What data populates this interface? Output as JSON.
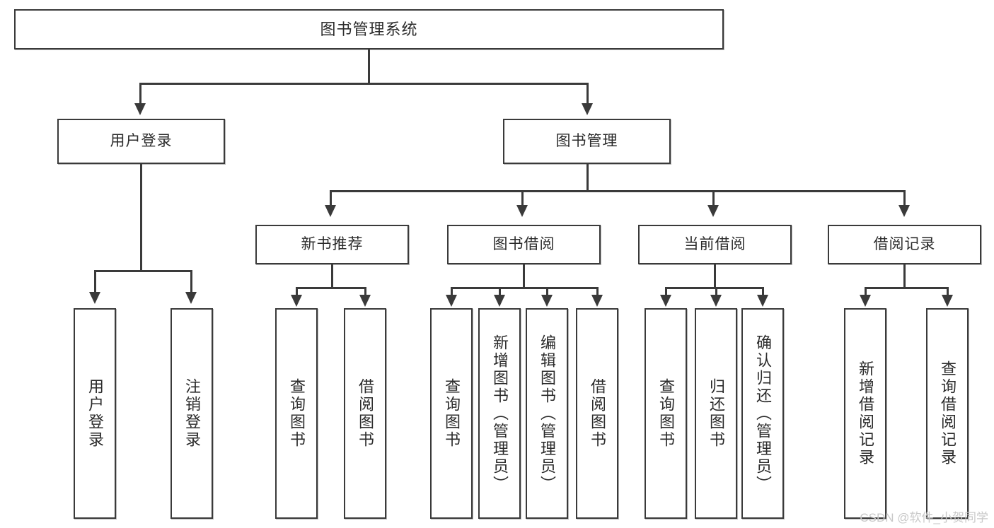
{
  "diagram": {
    "title": "图书管理系统",
    "watermark": "CSDN @软件_小贺同学",
    "root": {
      "label": "图书管理系统"
    },
    "level2": [
      {
        "label": "用户登录"
      },
      {
        "label": "图书管理"
      }
    ],
    "level3": [
      {
        "label": "新书推荐"
      },
      {
        "label": "图书借阅"
      },
      {
        "label": "当前借阅"
      },
      {
        "label": "借阅记录"
      }
    ],
    "leaves": [
      {
        "label": "用户登录"
      },
      {
        "label": "注销登录"
      },
      {
        "label": "查询图书"
      },
      {
        "label": "借阅图书"
      },
      {
        "label": "查询图书"
      },
      {
        "label": "新增图书（管理员）"
      },
      {
        "label": "编辑图书（管理员）"
      },
      {
        "label": "借阅图书"
      },
      {
        "label": "查询图书"
      },
      {
        "label": "归还图书"
      },
      {
        "label": "确认归还（管理员）"
      },
      {
        "label": "新增借阅记录"
      },
      {
        "label": "查询借阅记录"
      }
    ],
    "colors": {
      "stroke": "#3a3a3a",
      "fill": "#ffffff",
      "text": "#2b2b2b",
      "watermark": "#c9c9c9"
    }
  }
}
